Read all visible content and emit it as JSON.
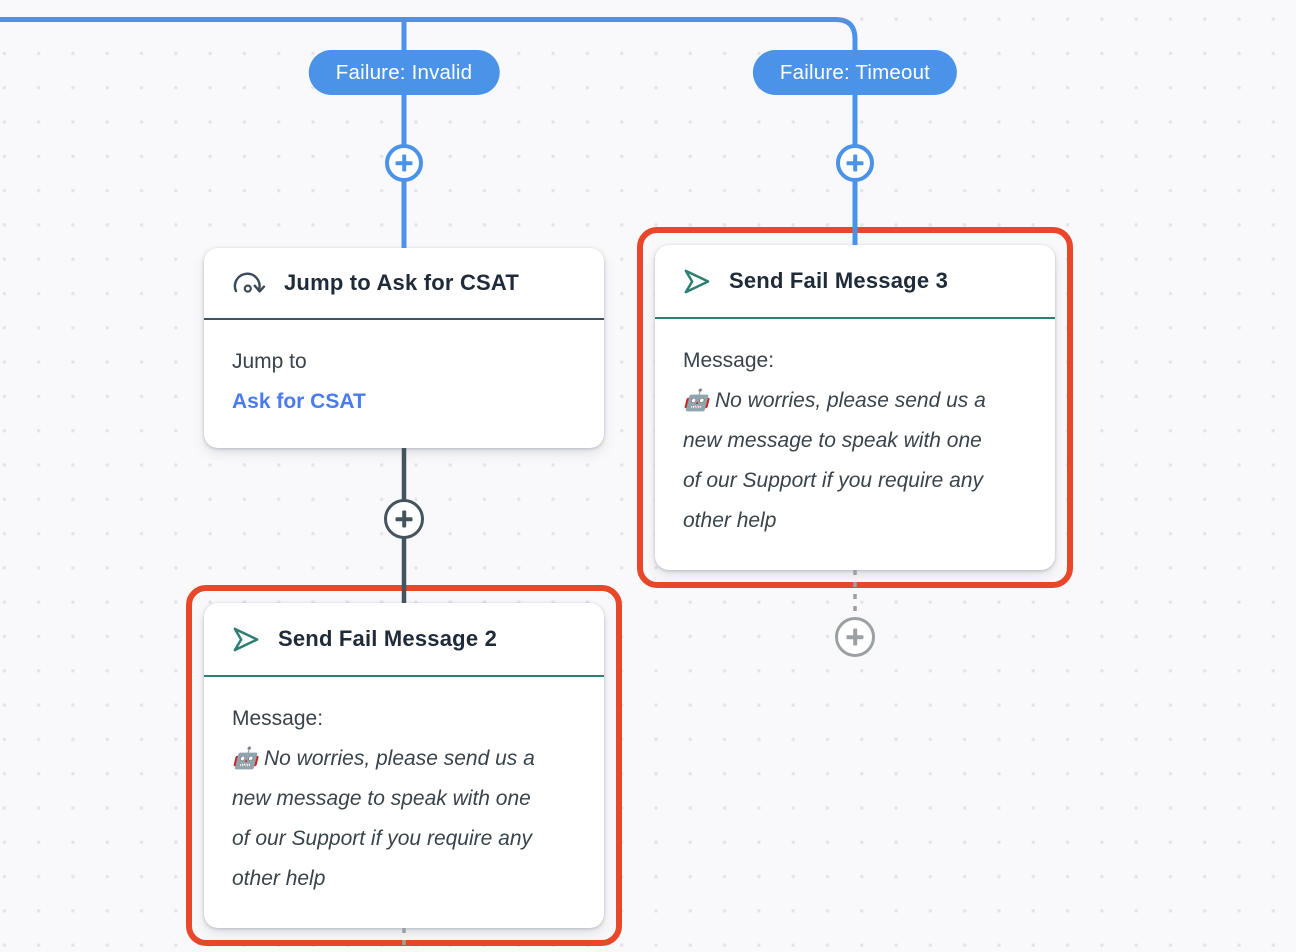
{
  "canvas": {
    "type": "chatbot-flow-builder-canvas",
    "colors": {
      "background": "#f9f9fb",
      "grid_dot": "#e4e4eb",
      "edge_blue": "#4a93e9",
      "edge_slate": "#44545f",
      "edge_gray_dashed": "#9ba0a4",
      "highlight_red": "#e8472a",
      "divider_teal": "#2f7e74",
      "divider_slate": "#42525e",
      "link_blue": "#4a7cf0",
      "title_text": "#1f2b38",
      "body_text": "#39434b"
    }
  },
  "branches": [
    {
      "label": "Failure: Invalid"
    },
    {
      "label": "Failure: Timeout"
    }
  ],
  "add_buttons": [
    {
      "id": "invalid-branch",
      "icon": "plus-icon",
      "style": "blue"
    },
    {
      "id": "timeout-branch",
      "icon": "plus-icon",
      "style": "blue"
    },
    {
      "id": "after-jump-node",
      "icon": "plus-icon",
      "style": "dark"
    },
    {
      "id": "after-fail-message-3",
      "icon": "plus-icon",
      "style": "gray"
    }
  ],
  "nodes": [
    {
      "id": "jump-to-ask-for-csat",
      "type": "jump",
      "icon": "jump-arrow-icon",
      "title": "Jump to Ask for CSAT",
      "field_label": "Jump to",
      "target_link": "Ask for CSAT",
      "highlighted": false
    },
    {
      "id": "send-fail-message-2",
      "type": "send-message",
      "icon": "send-plane-icon",
      "title": "Send Fail Message 2",
      "field_label": "Message:",
      "message": "🤖 No worries, please send us a new message to speak with one of our Support if you require any other help",
      "highlighted": true
    },
    {
      "id": "send-fail-message-3",
      "type": "send-message",
      "icon": "send-plane-icon",
      "title": "Send Fail Message 3",
      "field_label": "Message:",
      "message": "🤖 No worries, please send us a new message to speak with one of our Support if you require any other help",
      "highlighted": true
    }
  ]
}
